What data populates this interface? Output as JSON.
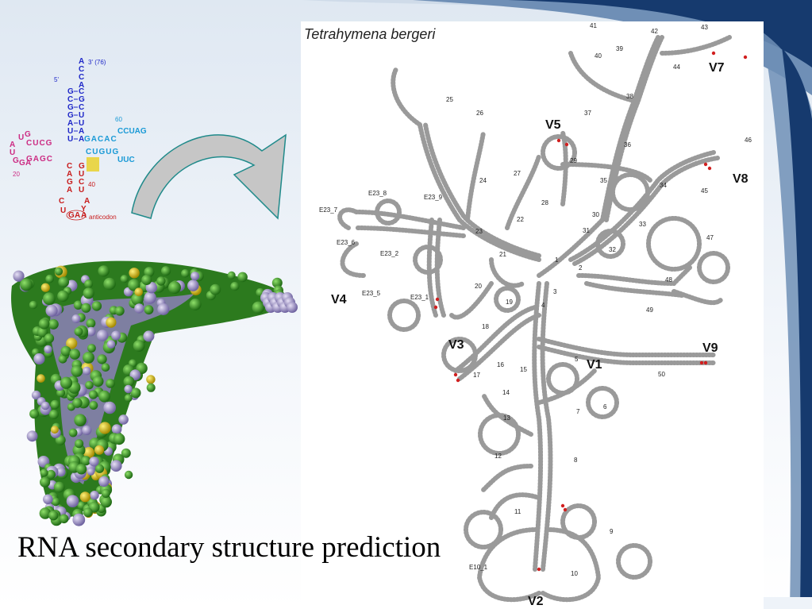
{
  "slide": {
    "caption": "RNA secondary structure prediction",
    "colors": {
      "background_top": "#dfe8f2",
      "swoosh_dark": "#163a6e",
      "swoosh_mid": "#6f8fb6",
      "panel": "#ffffff"
    }
  },
  "trna": {
    "three_prime_label": "3' (76)",
    "five_prime_label": "5'",
    "pos_60": "60",
    "pos_20": "20",
    "pos_40": "40",
    "anticodon_label": "anticodon",
    "acceptor_left": [
      "A",
      "C",
      "C",
      "A",
      "G",
      "C",
      "G",
      "G",
      "A",
      "U",
      "U"
    ],
    "acceptor_right": [
      "C",
      "G",
      "C",
      "U",
      "U",
      "A",
      "A"
    ],
    "t_arm": "GACAC",
    "t_loop": "CCUAG",
    "t_arm_lower": "CUGUG",
    "t_uu": "UUC",
    "d_arm": "CUCG",
    "d_arm_lower": "GAGC",
    "d_loop": [
      "U",
      "G",
      "A",
      "U",
      "G",
      "G",
      "A"
    ],
    "anticodon_stem_left": [
      "C",
      "A",
      "G",
      "A"
    ],
    "anticodon_stem_right": [
      "G",
      "U",
      "C",
      "U"
    ],
    "anticodon_loop": [
      "C",
      "U",
      "G",
      "A",
      "A",
      "A",
      "Y"
    ],
    "colors": {
      "acceptor": "#1f28c8",
      "t_arm": "#1a9ad6",
      "d_arm": "#cc2b83",
      "anticodon": "#c81c1c",
      "variable": "#e8d020"
    }
  },
  "figure": {
    "species": "Tetrahymena bergeri",
    "domains": [
      "V1",
      "V2",
      "V3",
      "V4",
      "V5",
      "V7",
      "V8",
      "V9"
    ],
    "helix_numbers": [
      "1",
      "2",
      "3",
      "4",
      "5",
      "6",
      "7",
      "8",
      "9",
      "10",
      "11",
      "12",
      "13",
      "14",
      "15",
      "16",
      "17",
      "18",
      "19",
      "20",
      "21",
      "22",
      "23",
      "24",
      "25",
      "26",
      "27",
      "28",
      "29",
      "30",
      "31",
      "32",
      "33",
      "34",
      "35",
      "36",
      "37",
      "38",
      "39",
      "40",
      "41",
      "42",
      "43",
      "44",
      "45",
      "46",
      "47",
      "48",
      "49",
      "50"
    ],
    "helix_labels_e": [
      "E23_1",
      "E23_2",
      "E23_5",
      "E23_6",
      "E23_7",
      "E23_8",
      "E23_9",
      "E10_1"
    ],
    "strand_color": "#8a8a8a",
    "highlight_color": "#d11f1f"
  },
  "model_3d": {
    "colors": {
      "atom_green": "#2e8b22",
      "atom_purple": "#9a8fc0",
      "atom_yellow": "#d6b800"
    }
  }
}
